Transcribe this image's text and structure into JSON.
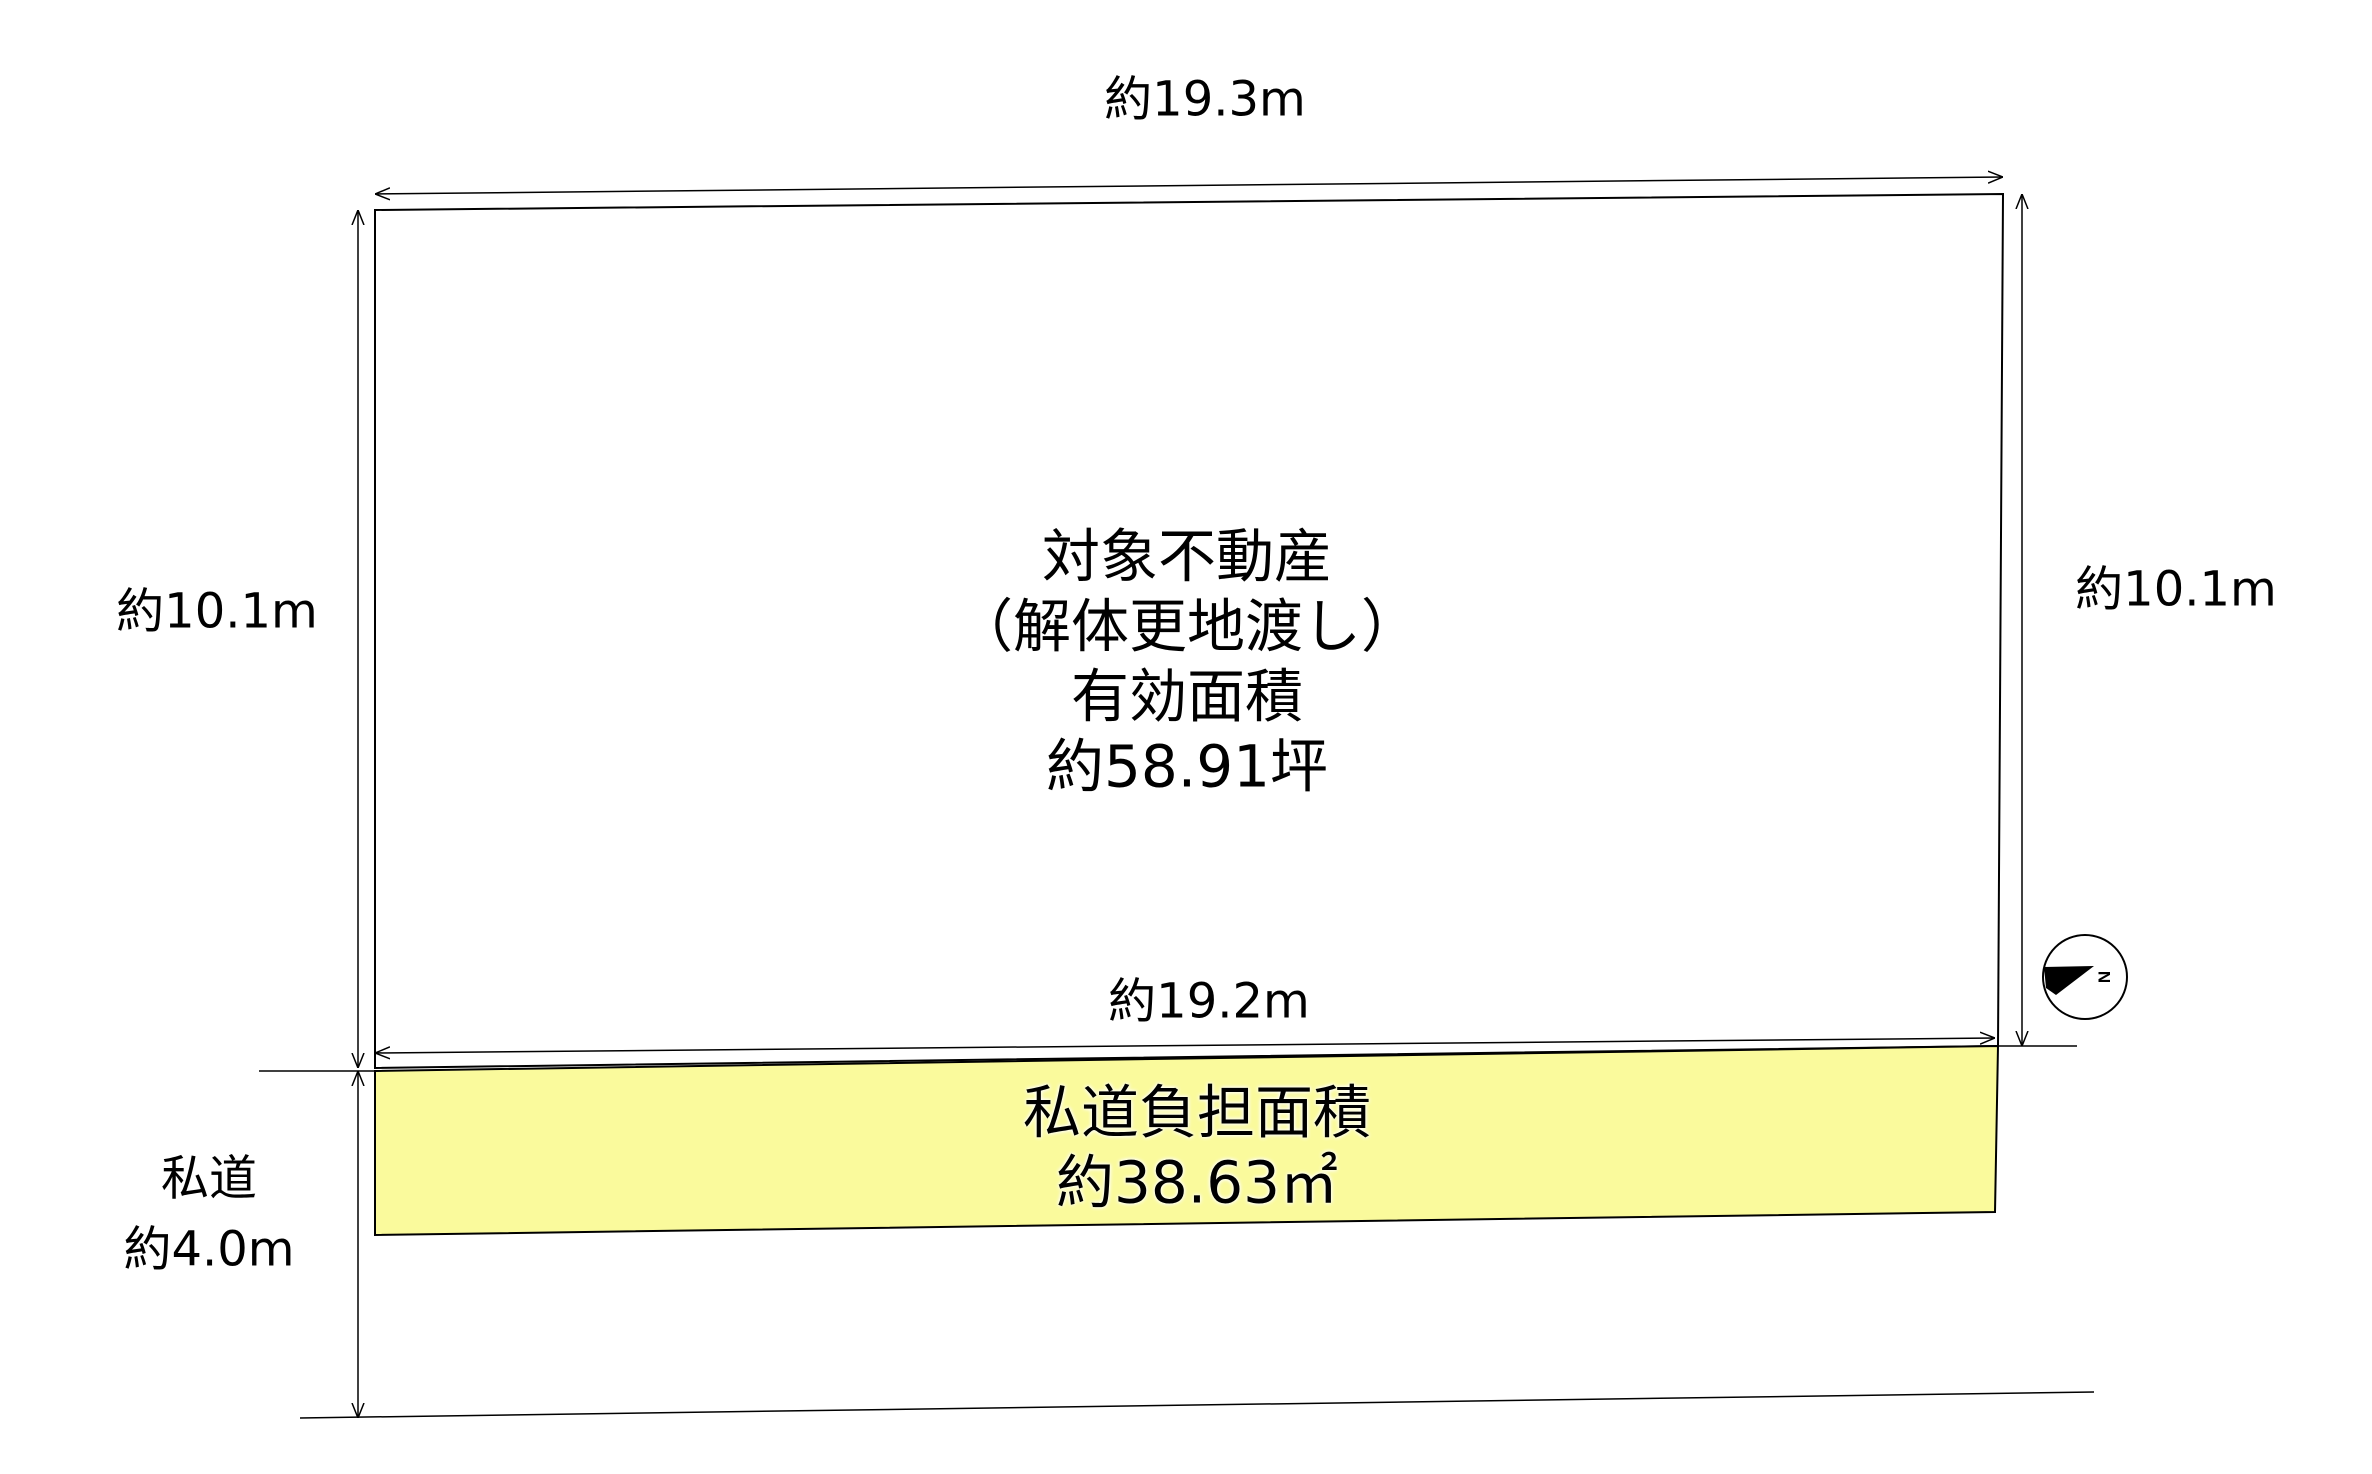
{
  "dimensions": {
    "top": "約19.3m",
    "left": "約10.1m",
    "right": "約10.1m",
    "bottom": "約19.2m",
    "road_label": "私道",
    "road_width": "約4.0m"
  },
  "lot": {
    "title": "対象不動産",
    "condition": "（解体更地渡し）",
    "area_label": "有効面積",
    "area_value": "約58.91坪"
  },
  "private_road": {
    "label": "私道負担面積",
    "area_value": "約38.63㎡"
  },
  "compass": {
    "letter": "N"
  },
  "colors": {
    "private_road_fill": "#FAFA9C",
    "line": "#000000"
  }
}
